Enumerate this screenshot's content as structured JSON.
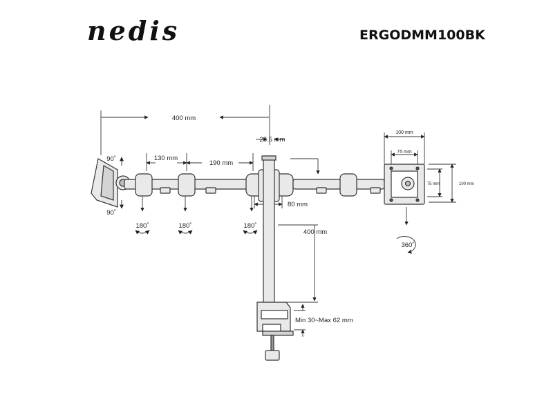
{
  "header": {
    "brand": "nedis",
    "model": "ERGODMM100BK"
  },
  "labels": {
    "width_total": "400 mm",
    "pole_diameter": "28.5 mm",
    "tilt_up": "90˚",
    "tilt_down": "90˚",
    "arm_segment_1": "130 mm",
    "arm_segment_2": "190 mm",
    "vesa_outer_top": "100 mm",
    "vesa_inner_top": "75 mm",
    "vesa_inner_side": "75 mm",
    "vesa_outer_side": "100 mm",
    "pole_offset": "80 mm",
    "swivel_1": "180˚",
    "swivel_2": "180˚",
    "swivel_3": "180˚",
    "pole_height": "400 mm",
    "rotation": "360˚",
    "clamp_range": "Min 30~Max 62 mm"
  }
}
